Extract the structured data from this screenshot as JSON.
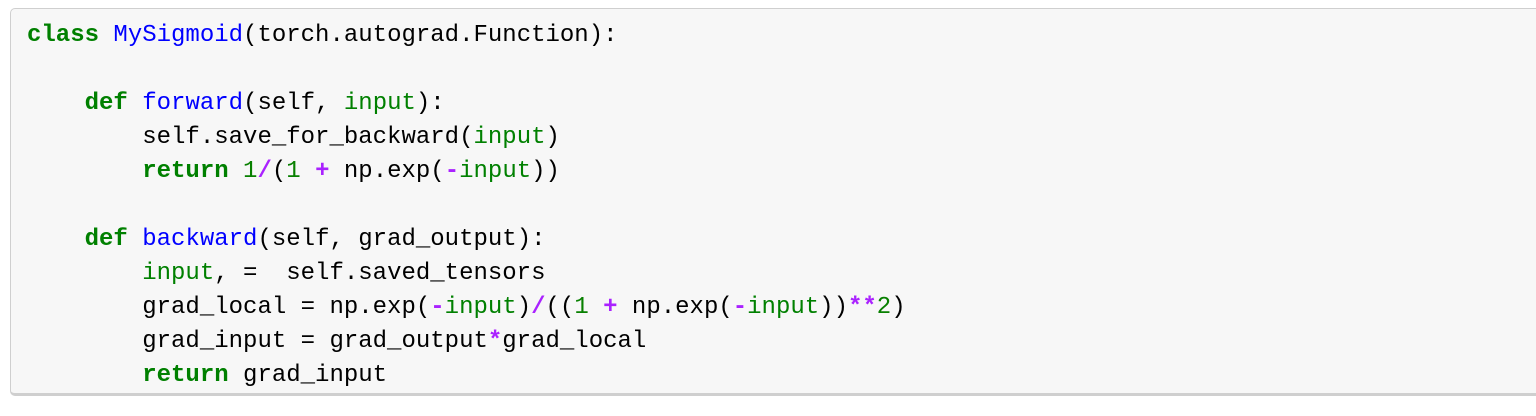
{
  "cell": {
    "type": "jupyter-code-input",
    "language": "python",
    "colors": {
      "background": "#f7f7f7",
      "border": "#cfcfcf",
      "keyword": "#008000",
      "def_name": "#0000ff",
      "builtin": "#008000",
      "number": "#088000",
      "operator": "#aa22ff",
      "plain": "#000000"
    },
    "code_text": "class MySigmoid(torch.autograd.Function):\n\n    def forward(self, input):\n        self.save_for_backward(input)\n        return 1/(1 + np.exp(-input))\n\n    def backward(self, grad_output):\n        input, =  self.saved_tensors\n        grad_local = np.exp(-input)/((1 + np.exp(-input))**2)\n        grad_input = grad_output*grad_local\n        return grad_input",
    "code_lines": [
      [
        {
          "t": "class",
          "c": "kw"
        },
        {
          "t": " ",
          "c": "pl"
        },
        {
          "t": "MySigmoid",
          "c": "df"
        },
        {
          "t": "(torch.autograd.Function):",
          "c": "pl"
        }
      ],
      [],
      [
        {
          "t": "    ",
          "c": "pl"
        },
        {
          "t": "def",
          "c": "kw"
        },
        {
          "t": " ",
          "c": "pl"
        },
        {
          "t": "forward",
          "c": "df"
        },
        {
          "t": "(self, ",
          "c": "pl"
        },
        {
          "t": "input",
          "c": "bi"
        },
        {
          "t": "):",
          "c": "pl"
        }
      ],
      [
        {
          "t": "        self.save_for_backward(",
          "c": "pl"
        },
        {
          "t": "input",
          "c": "bi"
        },
        {
          "t": ")",
          "c": "pl"
        }
      ],
      [
        {
          "t": "        ",
          "c": "pl"
        },
        {
          "t": "return",
          "c": "kw"
        },
        {
          "t": " ",
          "c": "pl"
        },
        {
          "t": "1",
          "c": "nu"
        },
        {
          "t": "/",
          "c": "op"
        },
        {
          "t": "(",
          "c": "pl"
        },
        {
          "t": "1",
          "c": "nu"
        },
        {
          "t": " ",
          "c": "pl"
        },
        {
          "t": "+",
          "c": "op"
        },
        {
          "t": " np.exp(",
          "c": "pl"
        },
        {
          "t": "-",
          "c": "op"
        },
        {
          "t": "input",
          "c": "bi"
        },
        {
          "t": "))",
          "c": "pl"
        }
      ],
      [],
      [
        {
          "t": "    ",
          "c": "pl"
        },
        {
          "t": "def",
          "c": "kw"
        },
        {
          "t": " ",
          "c": "pl"
        },
        {
          "t": "backward",
          "c": "df"
        },
        {
          "t": "(self, grad_output):",
          "c": "pl"
        }
      ],
      [
        {
          "t": "        ",
          "c": "pl"
        },
        {
          "t": "input",
          "c": "bi"
        },
        {
          "t": ", =  self.saved_tensors",
          "c": "pl"
        }
      ],
      [
        {
          "t": "        grad_local = np.exp(",
          "c": "pl"
        },
        {
          "t": "-",
          "c": "op"
        },
        {
          "t": "input",
          "c": "bi"
        },
        {
          "t": ")",
          "c": "pl"
        },
        {
          "t": "/",
          "c": "op"
        },
        {
          "t": "((",
          "c": "pl"
        },
        {
          "t": "1",
          "c": "nu"
        },
        {
          "t": " ",
          "c": "pl"
        },
        {
          "t": "+",
          "c": "op"
        },
        {
          "t": " np.exp(",
          "c": "pl"
        },
        {
          "t": "-",
          "c": "op"
        },
        {
          "t": "input",
          "c": "bi"
        },
        {
          "t": "))",
          "c": "pl"
        },
        {
          "t": "**",
          "c": "op"
        },
        {
          "t": "2",
          "c": "nu"
        },
        {
          "t": ")",
          "c": "pl"
        }
      ],
      [
        {
          "t": "        grad_input = grad_output",
          "c": "pl"
        },
        {
          "t": "*",
          "c": "op"
        },
        {
          "t": "grad_local",
          "c": "pl"
        }
      ],
      [
        {
          "t": "        ",
          "c": "pl"
        },
        {
          "t": "return",
          "c": "kw"
        },
        {
          "t": " grad_input",
          "c": "pl"
        }
      ]
    ]
  }
}
